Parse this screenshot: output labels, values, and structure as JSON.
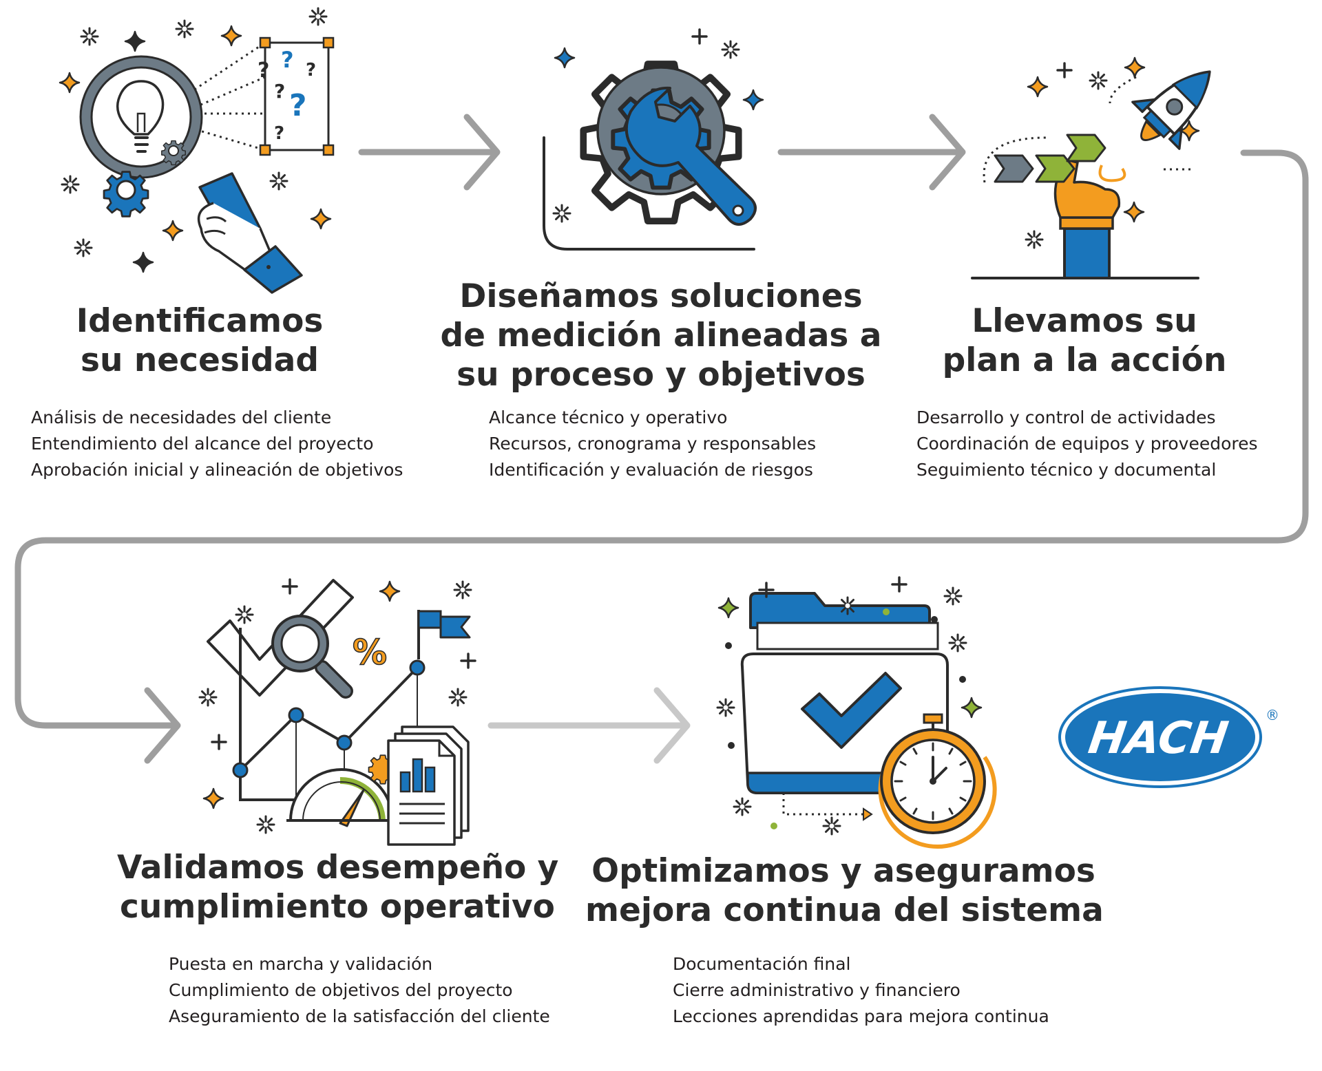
{
  "colors": {
    "blue": "#1a75bb",
    "dark": "#2b2b2b",
    "gray_arrow": "#9e9e9e",
    "light_arrow": "#c8c8c8",
    "orange": "#f39c1f",
    "green": "#8fb339",
    "icon_gray": "#6d7b86"
  },
  "steps": [
    {
      "title_lines": [
        "Identificamos",
        "su necesidad"
      ],
      "items": [
        "Análisis de necesidades del cliente",
        "Entendimiento del alcance del proyecto",
        "Aprobación inicial y alineación de objetivos"
      ],
      "icon": "magnifier-lightbulb-icon"
    },
    {
      "title_lines": [
        "Diseñamos soluciones",
        "de medición alineadas a",
        "su proceso y objetivos"
      ],
      "items": [
        "Alcance técnico y operativo",
        "Recursos, cronograma y responsables",
        "Identificación y evaluación de riesgos"
      ],
      "icon": "gear-wrench-icon"
    },
    {
      "title_lines": [
        "Llevamos su",
        "plan a la acción"
      ],
      "items": [
        "Desarrollo y control de actividades",
        "Coordinación de equipos y proveedores",
        "Seguimiento técnico y documental"
      ],
      "icon": "rocket-hand-icon"
    },
    {
      "title_lines": [
        "Validamos desempeño y",
        "cumplimiento operativo"
      ],
      "items": [
        "Puesta en marcha y validación",
        "Cumplimiento de objetivos del proyecto",
        "Aseguramiento de la satisfacción del cliente"
      ],
      "icon": "analytics-check-icon"
    },
    {
      "title_lines": [
        "Optimizamos y aseguramos",
        "mejora continua del sistema"
      ],
      "items": [
        "Documentación final",
        "Cierre administrativo y financiero",
        "Lecciones aprendidas para mejora continua"
      ],
      "icon": "folder-stopwatch-icon"
    }
  ],
  "logo": {
    "text": "HACH",
    "mark": "®"
  }
}
